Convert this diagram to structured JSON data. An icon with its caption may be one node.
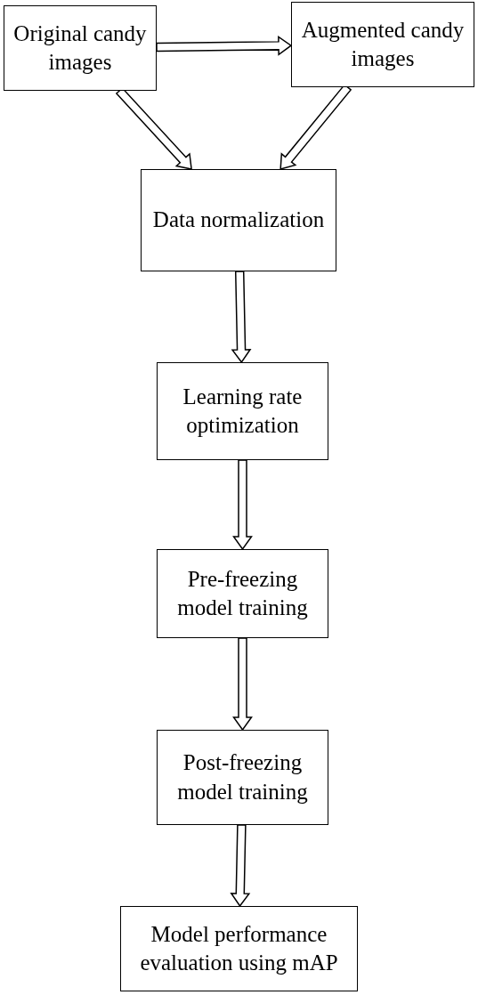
{
  "diagram": {
    "nodes": [
      {
        "text": [
          "Original candy images"
        ]
      },
      {
        "text": [
          "Augmented candy images"
        ]
      },
      {
        "text": [
          "Data normalization"
        ]
      },
      {
        "text": [
          "Learning rate optimization"
        ]
      },
      {
        "text": [
          "Pre-freezing model training"
        ]
      },
      {
        "text": [
          "Post-freezing model training"
        ]
      },
      {
        "text": [
          "Model performance evaluation using mAP"
        ]
      }
    ],
    "edges": [
      {
        "from": 0,
        "to": 1,
        "arrow": "to"
      },
      {
        "from": 0,
        "to": 2,
        "arrow": "to"
      },
      {
        "from": 1,
        "to": 2,
        "arrow": "to"
      },
      {
        "from": 2,
        "to": 3,
        "arrow": "to"
      },
      {
        "from": 3,
        "to": 4,
        "arrow": "to"
      },
      {
        "from": 4,
        "to": 5,
        "arrow": "to"
      },
      {
        "from": 5,
        "to": 6,
        "arrow": "to"
      }
    ]
  }
}
